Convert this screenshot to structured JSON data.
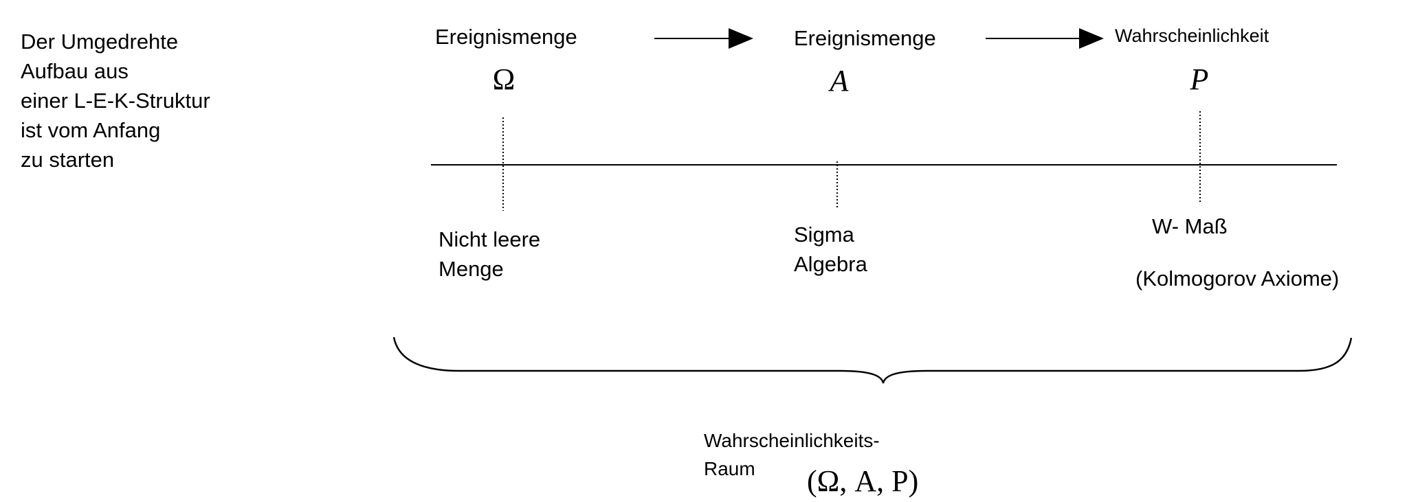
{
  "intro": [
    "Der Umgedrehte",
    "Aufbau aus",
    "einer L-E-K-Struktur",
    "ist vom Anfang",
    "zu starten"
  ],
  "nodes": [
    {
      "heading": "Ereignismenge",
      "symbol": "Ω",
      "note": [
        "Nicht leere",
        "Menge"
      ]
    },
    {
      "heading": "Ereignismenge",
      "symbol": "A",
      "note": [
        "Sigma",
        "Algebra"
      ]
    },
    {
      "heading": "Wahrscheinlichkeit",
      "symbol": "P",
      "note": [
        "W- Maß"
      ],
      "sub_note": "(Kolmogorov Axiome)"
    }
  ],
  "space": {
    "label": [
      "Wahrscheinlichkeits-",
      "Raum"
    ],
    "formula": "(Ω, A, P)"
  }
}
